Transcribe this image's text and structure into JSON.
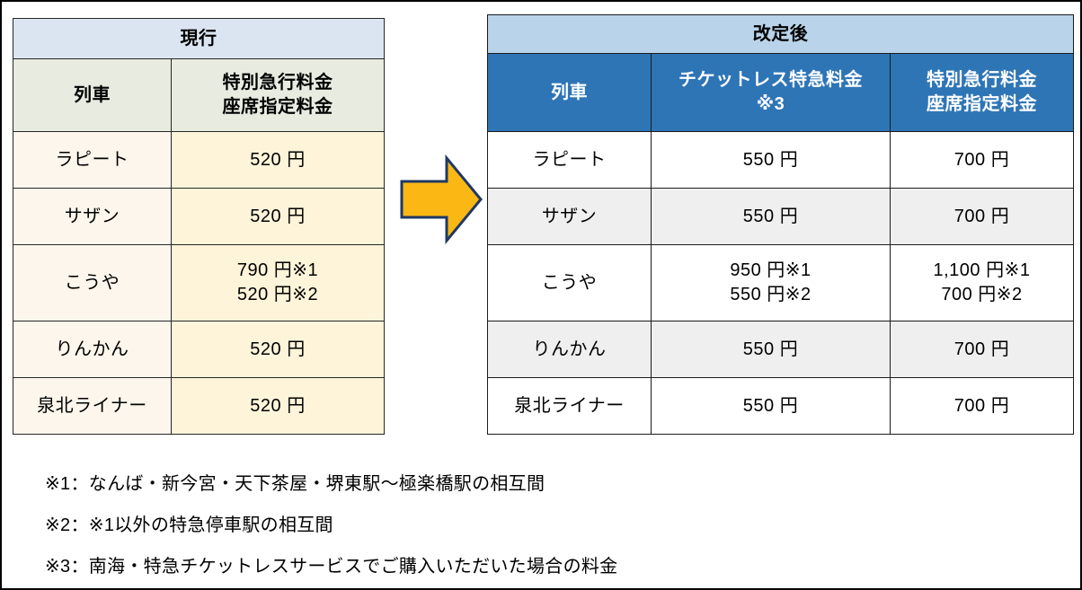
{
  "left_table": {
    "title": "現行",
    "headers": {
      "train": "列車",
      "fare_line1": "特別急行料金",
      "fare_line2": "座席指定料金"
    },
    "rows": [
      {
        "train": "ラピート",
        "fare_line1": "520 円",
        "fare_line2": ""
      },
      {
        "train": "サザン",
        "fare_line1": "520 円",
        "fare_line2": ""
      },
      {
        "train": "こうや",
        "fare_line1": "790 円※1",
        "fare_line2": "520 円※2"
      },
      {
        "train": "りんかん",
        "fare_line1": "520 円",
        "fare_line2": ""
      },
      {
        "train": "泉北ライナー",
        "fare_line1": "520 円",
        "fare_line2": ""
      }
    ]
  },
  "right_table": {
    "title": "改定後",
    "headers": {
      "train": "列車",
      "ticketless_line1": "チケットレス特急料金",
      "ticketless_line2": "※3",
      "limited_express_line1": "特別急行料金",
      "limited_express_line2": "座席指定料金"
    },
    "rows": [
      {
        "train": "ラピート",
        "ticketless_line1": "550 円",
        "ticketless_line2": "",
        "express_line1": "700 円",
        "express_line2": ""
      },
      {
        "train": "サザン",
        "ticketless_line1": "550 円",
        "ticketless_line2": "",
        "express_line1": "700 円",
        "express_line2": ""
      },
      {
        "train": "こうや",
        "ticketless_line1": "950 円※1",
        "ticketless_line2": "550 円※2",
        "express_line1": "1,100 円※1",
        "express_line2": "700 円※2"
      },
      {
        "train": "りんかん",
        "ticketless_line1": "550 円",
        "ticketless_line2": "",
        "express_line1": "700 円",
        "express_line2": ""
      },
      {
        "train": "泉北ライナー",
        "ticketless_line1": "550 円",
        "ticketless_line2": "",
        "express_line1": "700 円",
        "express_line2": ""
      }
    ]
  },
  "arrow": {
    "name": "right-arrow",
    "fill": "#FBB714",
    "stroke": "#1F3864"
  },
  "footnotes": [
    "※1：なんば・新今宮・天下茶屋・堺東駅〜極楽橋駅の相互間",
    "※2：※1以外の特急停車駅の相互間",
    "※3：南海・特急チケットレスサービスでご購入いただいた場合の料金"
  ],
  "colors": {
    "left_title_bg": "#DBE5F1",
    "left_header_bg": "#E8ECE0",
    "left_name_bg": "#FDF6EC",
    "left_fare_bg": "#FDF4D9",
    "right_title_bg": "#B9D4EA",
    "right_header_bg": "#2E75B6",
    "right_stripe_bg": "#EFEFEF",
    "border": "#1A1A1A"
  }
}
